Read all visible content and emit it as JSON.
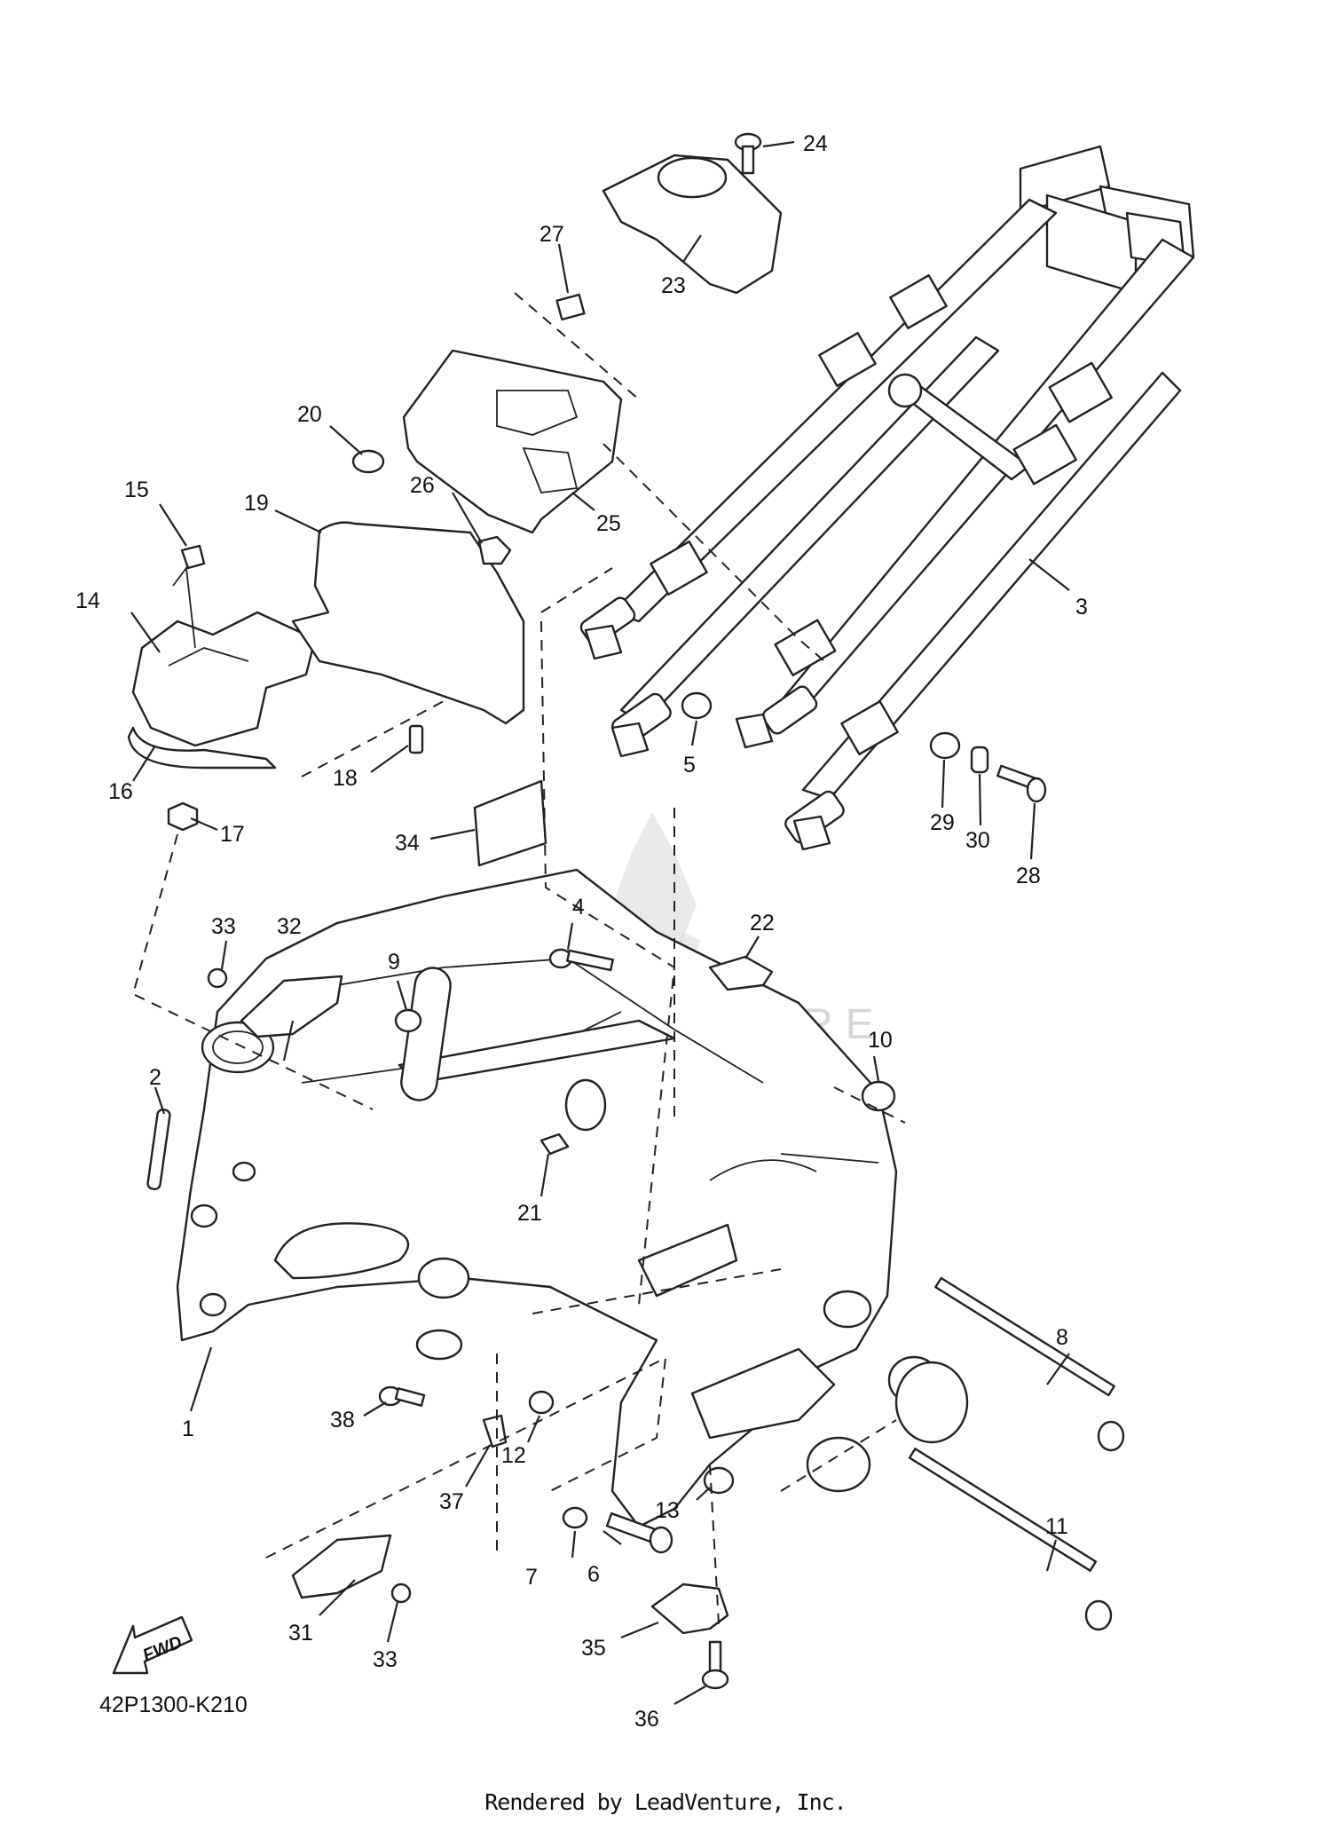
{
  "diagram_code": "42P1300-K210",
  "footer": "Rendered by LeadVenture, Inc.",
  "watermark": "LEADVENTURE",
  "fwd_label": "FWD",
  "callouts": [
    "1",
    "2",
    "3",
    "4",
    "5",
    "6",
    "7",
    "8",
    "9",
    "10",
    "11",
    "12",
    "13",
    "14",
    "15",
    "16",
    "17",
    "18",
    "19",
    "20",
    "21",
    "22",
    "23",
    "24",
    "25",
    "26",
    "27",
    "28",
    "29",
    "30",
    "31",
    "32",
    "33",
    "34",
    "35",
    "36",
    "37",
    "38"
  ],
  "callout_33b": "33"
}
